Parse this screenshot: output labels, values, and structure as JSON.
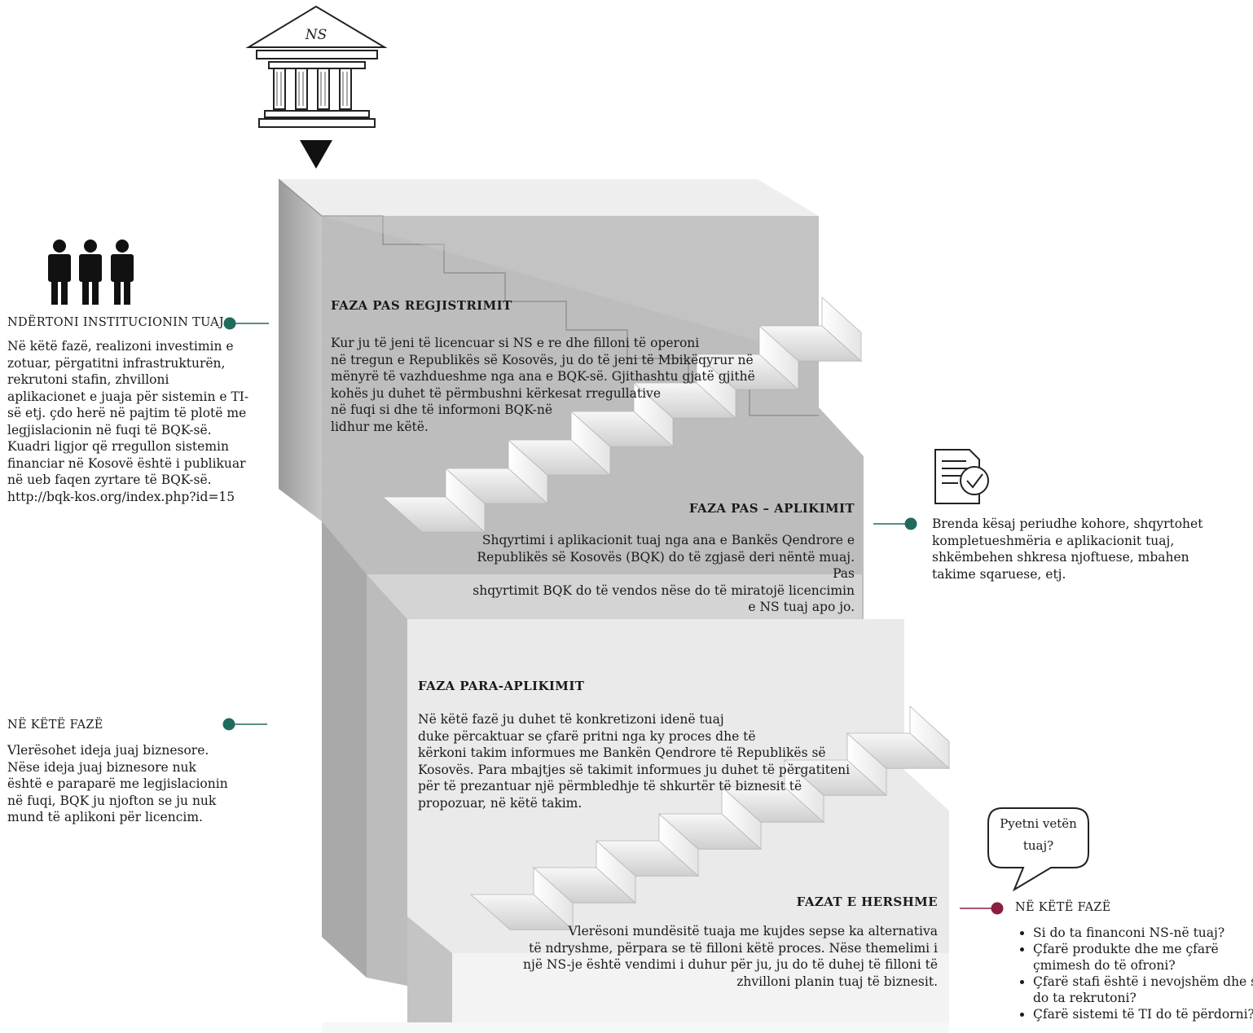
{
  "building": {
    "label": "NS"
  },
  "phases": {
    "post_registration": {
      "title": "FAZA PAS REGJISTRIMIT",
      "lines": [
        "Kur ju të jeni të licencuar si NS e re dhe filloni të operoni",
        "në tregun e Republikës së Kosovës, ju do të jeni të Mbikëqyrur në",
        "mënyrë të vazhdueshme nga ana e BQK-së. Gjithashtu gjatë gjithë",
        "kohës ju duhet të përmbushni kërkesat rregullative",
        "në fuqi si dhe të informoni BQK-në",
        "lidhur me këtë."
      ]
    },
    "post_application": {
      "title": "FAZA PAS – APLIKIMIT",
      "lines": [
        "Shqyrtimi i aplikacionit tuaj nga ana e Bankës Qendrore e",
        "Republikës së Kosovës (BQK) do të zgjasë deri nëntë muaj. Pas",
        "shqyrtimit BQK do të vendos nëse do të miratojë licencimin",
        "e NS tuaj apo jo."
      ]
    },
    "pre_application": {
      "title": "FAZA PARA-APLIKIMIT",
      "lines": [
        "Në këtë fazë ju duhet të konkretizoni idenë tuaj",
        "duke përcaktuar se çfarë pritni nga ky proces dhe të",
        "kërkoni takim informues me Bankën Qendrore të Republikës së",
        "Kosovës. Para mbajtjes së takimit informues ju duhet të përgatiteni",
        "për të prezantuar një përmbledhje të shkurtër të biznesit të",
        "propozuar, në këtë takim."
      ]
    },
    "early": {
      "title": "FAZAT E HERSHME",
      "lines": [
        "Vlerësoni mundësitë tuaja me kujdes sepse ka alternativa",
        "të ndryshme, përpara se të filloni këtë proces. Nëse themelimi i",
        "një NS-je është vendimi i duhur për ju, ju do të duhej të filloni të",
        "zhvilloni planin tuaj të biznesit."
      ]
    }
  },
  "left_top": {
    "title": "NDËRTONI INSTITUCIONIN TUAJ",
    "lines": [
      "Në këtë fazë, realizoni investimin e",
      "zotuar, përgatitni infrastrukturën,",
      "rekrutoni stafin, zhvilloni",
      "aplikacionet e juaja për sistemin e TI-",
      "së etj. çdo herë në pajtim të plotë me",
      "legjislacionin në fuqi të BQK-së.",
      "Kuadri ligjor që rregullon sistemin",
      "financiar në Kosovë është i publikuar",
      "në ueb faqen zyrtare të BQK-së.",
      "http://bqk-kos.org/index.php?id=15"
    ]
  },
  "left_bottom": {
    "title": "NË KËTË FAZË",
    "lines": [
      "Vlerësohet ideja juaj biznesore.",
      "Nëse ideja juaj biznesore nuk",
      "është e paraparë me legjislacionin",
      "në fuqi, BQK ju njofton se ju nuk",
      "mund të aplikoni për licencim."
    ]
  },
  "right_mid": {
    "lines": [
      "Brenda kësaj periudhe kohore, shqyrtohet",
      "kompletueshmëria e aplikacionit tuaj,",
      "shkëmbehen shkresa njoftuese, mbahen",
      "takime sqaruese, etj."
    ]
  },
  "speech_bubble": {
    "lines": [
      "Pyetni vetën",
      "tuaj?"
    ]
  },
  "right_bottom": {
    "title": "NË KËTË FAZË",
    "questions": [
      "Si do ta financoni NS-në tuaj?",
      "Çfarë produkte dhe me çfarë çmimesh do të ofroni?",
      "Çfarë stafi është i nevojshëm dhe si do ta rekrutoni?",
      "Çfarë sistemi të TI do të përdorni?"
    ]
  },
  "colors": {
    "teal_marker": "#1f6b5c",
    "maroon_marker": "#8b1e3f",
    "block_back": "#bdbdbd",
    "block_second": "#d4d4d4",
    "block_third": "#e9e9e9",
    "block_front": "#f3f3f3"
  },
  "icons": [
    "bank-building-icon",
    "down-arrow-icon",
    "people-icon",
    "document-check-icon",
    "speech-bubble-icon"
  ]
}
